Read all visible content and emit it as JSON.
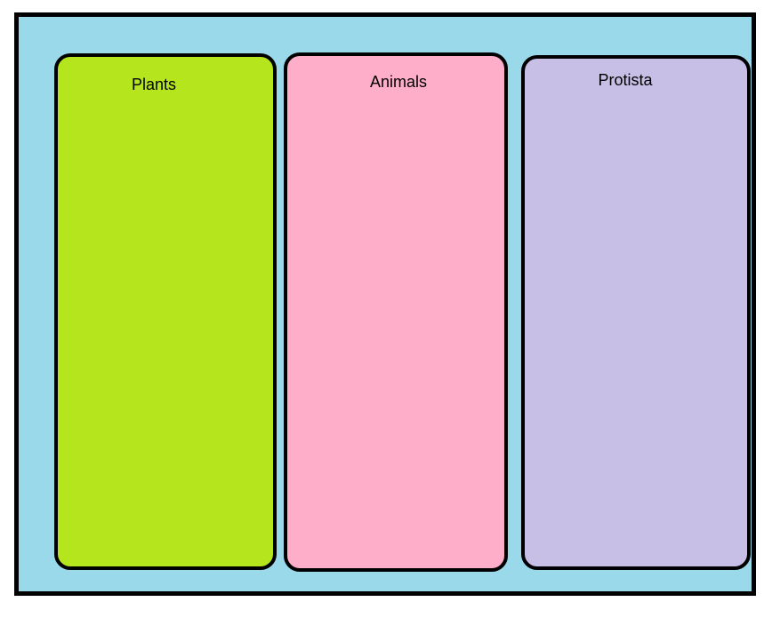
{
  "page": {
    "background": "#ffffff"
  },
  "frame": {
    "fill": "#99d9ea",
    "border_color": "#000000"
  },
  "panels": [
    {
      "label": "Plants",
      "fill": "#b5e61d",
      "border_color": "#000000"
    },
    {
      "label": "Animals",
      "fill": "#ffaec9",
      "border_color": "#000000"
    },
    {
      "label": "Protista",
      "fill": "#c8bfe7",
      "border_color": "#000000"
    }
  ]
}
